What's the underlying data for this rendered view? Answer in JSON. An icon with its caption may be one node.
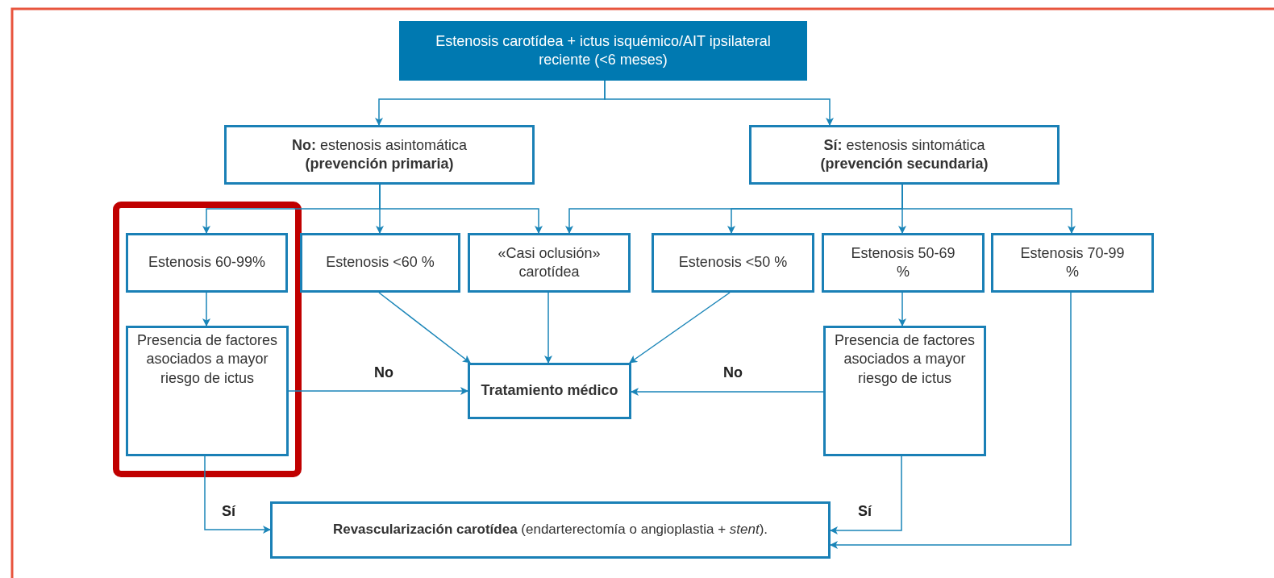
{
  "diagram": {
    "nodes": [
      {
        "text": [
          "Estenosis carotídea + ictus isquémico/AIT ipsilateral reciente (<6 meses)"
        ]
      },
      {
        "text": [
          "**No:** estenosis asintomática **(prevención primaria)**"
        ]
      },
      {
        "text": [
          "**Sí:** estenosis sintomática **(prevención secundaria)**"
        ]
      },
      {
        "text": [
          "Estenosis 60-99%"
        ]
      },
      {
        "text": [
          "Estenosis <60 %"
        ]
      },
      {
        "text": [
          "«Casi oclusión» carotídea"
        ]
      },
      {
        "text": [
          "Estenosis <50 %"
        ]
      },
      {
        "text": [
          "Estenosis 50-69 %"
        ]
      },
      {
        "text": [
          "Estenosis 70-99 %"
        ]
      },
      {
        "text": [
          "Presencia de factores asociados a mayor riesgo de ictus"
        ]
      },
      {
        "text": [
          "Tratamiento médico"
        ]
      },
      {
        "text": [
          "Presencia de factores asociados a mayor riesgo de ictus"
        ]
      },
      {
        "text": [
          "**Revascularización carotídea** (endarterectomía o angioplastia + *stent*)."
        ]
      }
    ],
    "edges": [
      {
        "from": 0,
        "to": 1,
        "arrow": "to"
      },
      {
        "from": 0,
        "to": 2,
        "arrow": "to"
      },
      {
        "from": 1,
        "to": 3,
        "arrow": "to"
      },
      {
        "from": 1,
        "to": 4,
        "arrow": "to"
      },
      {
        "from": 1,
        "to": 5,
        "arrow": "to"
      },
      {
        "from": 2,
        "to": 5,
        "arrow": "to"
      },
      {
        "from": 2,
        "to": 6,
        "arrow": "to"
      },
      {
        "from": 2,
        "to": 7,
        "arrow": "to"
      },
      {
        "from": 2,
        "to": 8,
        "arrow": "to"
      },
      {
        "from": 3,
        "to": 9,
        "arrow": "to"
      },
      {
        "from": 4,
        "to": 10,
        "arrow": "to"
      },
      {
        "from": 5,
        "to": 10,
        "arrow": "to"
      },
      {
        "from": 6,
        "to": 10,
        "arrow": "to"
      },
      {
        "from": 7,
        "to": 11,
        "arrow": "to"
      },
      {
        "from": 9,
        "to": 10,
        "arrow": "to",
        "label": "No"
      },
      {
        "from": 11,
        "to": 10,
        "arrow": "to",
        "label": "No"
      },
      {
        "from": 9,
        "to": 12,
        "arrow": "to",
        "label": "Sí"
      },
      {
        "from": 11,
        "to": 12,
        "arrow": "to",
        "label": "Sí"
      },
      {
        "from": 8,
        "to": 12,
        "arrow": "to"
      }
    ]
  }
}
